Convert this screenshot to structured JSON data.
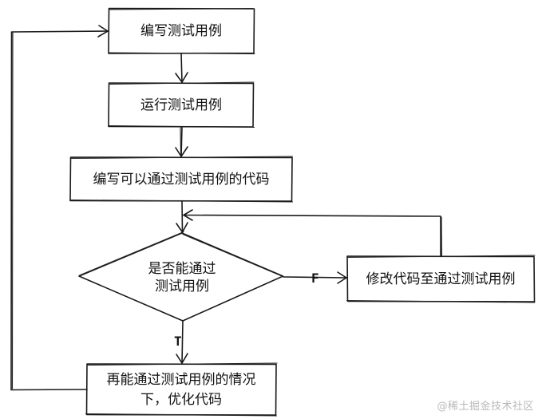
{
  "diagram": {
    "nodes": {
      "write_test": {
        "label": "编写测试用例"
      },
      "run_test": {
        "label": "运行测试用例"
      },
      "write_code": {
        "label": "编写可以通过测试用例的代码"
      },
      "decision": {
        "lines": [
          "是否能通过",
          "测试用例"
        ]
      },
      "fix_code": {
        "label": "修改代码至通过测试用例"
      },
      "optimize": {
        "lines": [
          "再能通过测试用例的情况",
          "下，优化代码"
        ]
      }
    },
    "edges": {
      "false_label": "F",
      "true_label": "T"
    }
  },
  "watermark": "@稀土掘金技术社区"
}
